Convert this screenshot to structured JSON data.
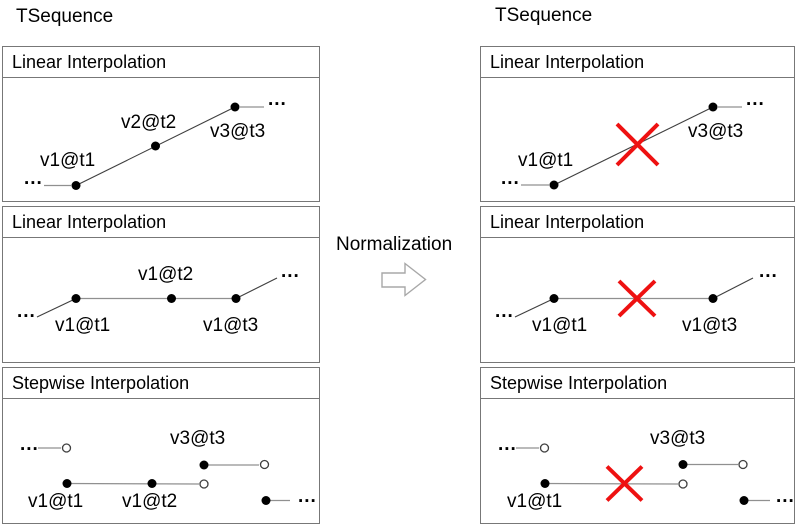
{
  "left": {
    "title": "TSequence",
    "panels": [
      {
        "header": "Linear Interpolation",
        "labels": {
          "p1": "v1@t1",
          "p2": "v2@t2",
          "p3": "v3@t3"
        }
      },
      {
        "header": "Linear Interpolation",
        "labels": {
          "p1": "v1@t1",
          "p2": "v1@t2",
          "p3": "v1@t3"
        }
      },
      {
        "header": "Stepwise Interpolation",
        "labels": {
          "p1": "v1@t1",
          "p2": "v1@t2",
          "p3": "v3@t3"
        }
      }
    ]
  },
  "right": {
    "title": "TSequence",
    "panels": [
      {
        "header": "Linear Interpolation",
        "labels": {
          "p1": "v1@t1",
          "p3": "v3@t3"
        }
      },
      {
        "header": "Linear Interpolation",
        "labels": {
          "p1": "v1@t1",
          "p3": "v1@t3"
        }
      },
      {
        "header": "Stepwise Interpolation",
        "labels": {
          "p1": "v1@t1",
          "p3": "v3@t3"
        }
      }
    ]
  },
  "middle": {
    "label": "Normalization",
    "arrow_icon": "right-block-arrow"
  },
  "common": {
    "ellipsis": "..."
  },
  "colors": {
    "cross_red": "#ee1111",
    "line_gray": "#909090",
    "diagonal_gray": "#3f3f3f",
    "dot_black": "#000000",
    "border_gray": "#777777",
    "arrow_outline": "#a8a8a8"
  }
}
